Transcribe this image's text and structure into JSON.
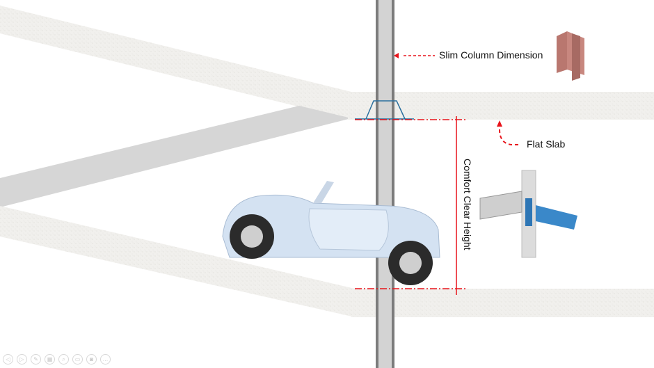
{
  "slide": {
    "labels": {
      "column": "Slim Column Dimension",
      "slab": "Flat Slab",
      "height": "Comfort Clear Height"
    },
    "colors": {
      "annotation": "#e8141b",
      "column": "#d3d3d3",
      "slab_band": "#f0efec",
      "ramp": "#d6d6d6",
      "drop_panel": "#2a6f9e"
    }
  },
  "controls": [
    {
      "name": "previous-slide-button",
      "glyph": "◁"
    },
    {
      "name": "next-slide-button",
      "glyph": "▷"
    },
    {
      "name": "pen-button",
      "glyph": "✎"
    },
    {
      "name": "see-all-slides-button",
      "glyph": "▦"
    },
    {
      "name": "zoom-button",
      "glyph": "⌕"
    },
    {
      "name": "subtitles-button",
      "glyph": "▭"
    },
    {
      "name": "camera-button",
      "glyph": "◙"
    },
    {
      "name": "more-options-button",
      "glyph": "…"
    }
  ]
}
